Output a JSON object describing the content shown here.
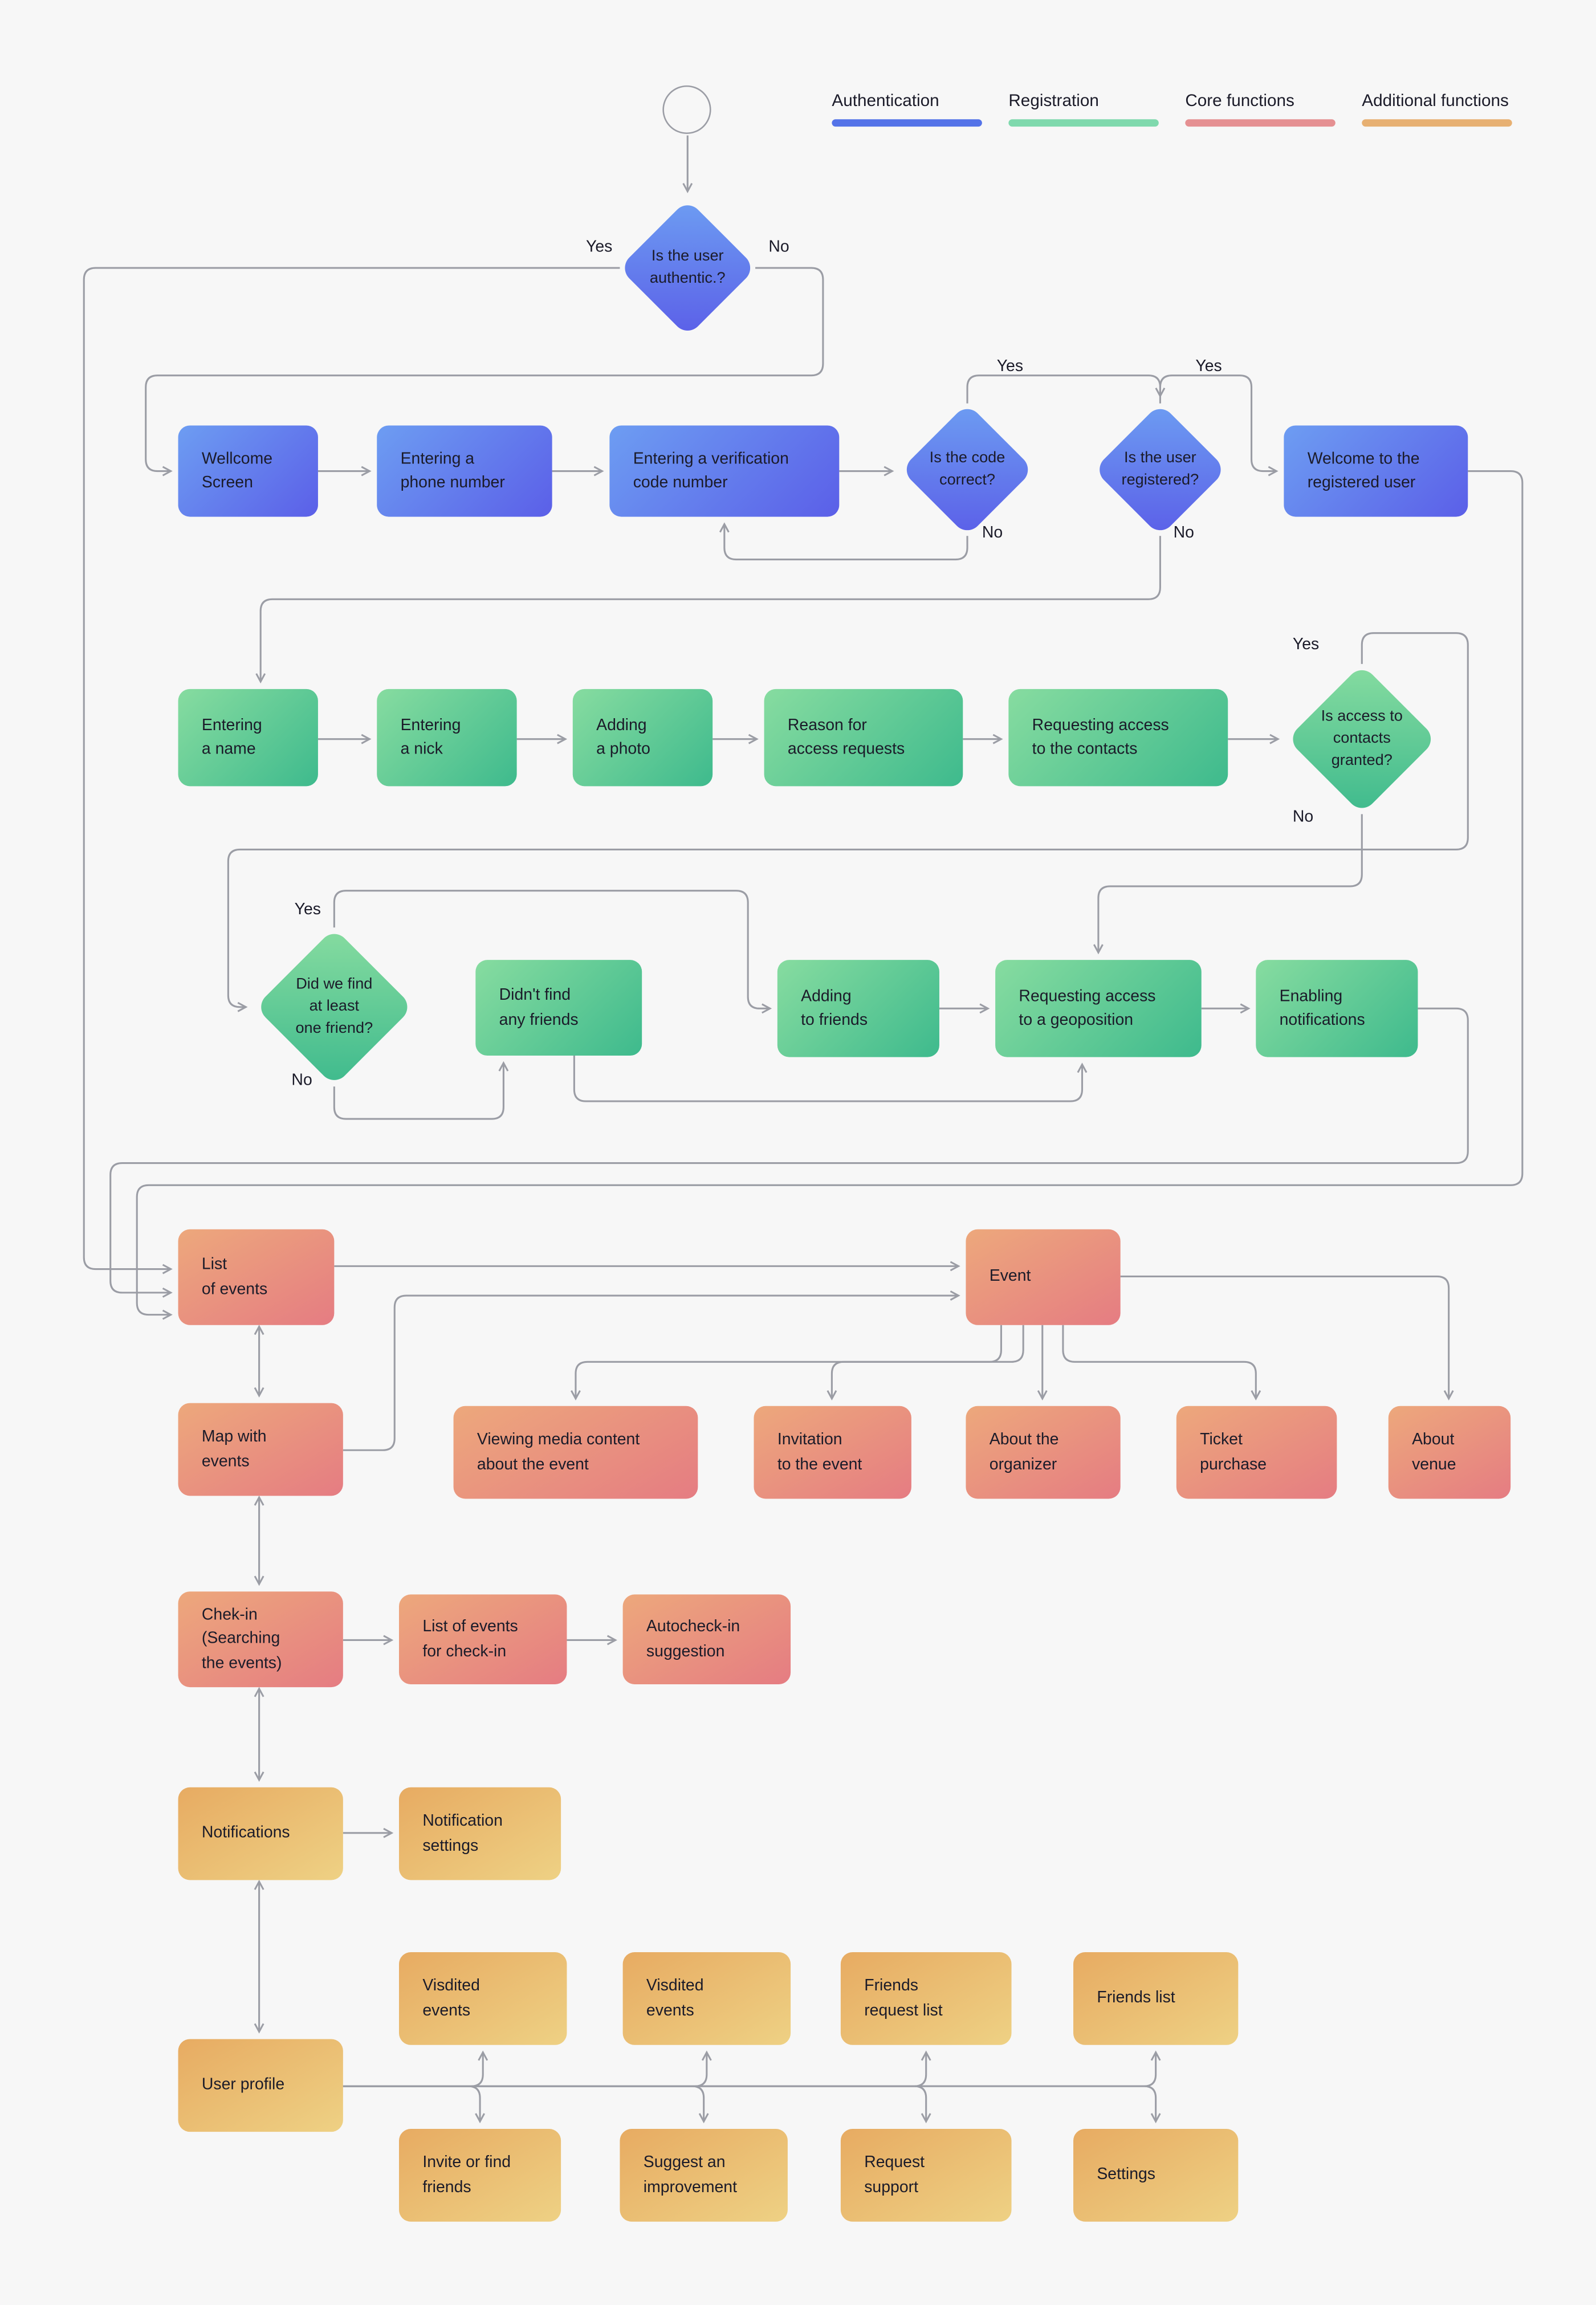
{
  "legend": {
    "items": [
      {
        "label": "Authentication",
        "color": "#5473e8"
      },
      {
        "label": "Registration",
        "color": "#7fd9ad"
      },
      {
        "label": "Core functions",
        "color": "#e59092"
      },
      {
        "label": "Additional functions",
        "color": "#e7b072"
      }
    ]
  },
  "edge_labels": {
    "yes": "Yes",
    "no": "No"
  },
  "palette": {
    "background": "#f7f7f7",
    "edge_gray": "#9b9da5",
    "text": "#1b1b29",
    "authentication_gradient": [
      "#6d9df2",
      "#5b5fe8"
    ],
    "registration_gradient": [
      "#87dca0",
      "#3eba8d"
    ],
    "core_gradient": [
      "#eda87c",
      "#e57c82"
    ],
    "additional_gradient": [
      "#e7ab62",
      "#eed184"
    ]
  },
  "nodes": {
    "authentic": {
      "label": "Is the user\nauthentic.?"
    },
    "welcome_screen": {
      "label": "Wellcome\nScreen"
    },
    "phone_number": {
      "label": "Entering a\nphone number"
    },
    "verification_code": {
      "label": "Entering a verification\ncode number"
    },
    "code_correct": {
      "label": "Is the code\ncorrect?"
    },
    "user_registered": {
      "label": "Is the user\nregistered?"
    },
    "welcome_registered": {
      "label": "Welcome to the\nregistered user"
    },
    "entering_name": {
      "label": "Entering\na name"
    },
    "entering_nick": {
      "label": "Entering\na nick"
    },
    "adding_photo": {
      "label": "Adding\na photo"
    },
    "reason_access": {
      "label": "Reason for\naccess requests"
    },
    "request_contacts": {
      "label": "Requesting access\nto the contacts"
    },
    "contacts_granted": {
      "label": "Is access to\ncontacts\ngranted?"
    },
    "did_we_find": {
      "label": "Did we find\nat least\none friend?"
    },
    "didnt_find": {
      "label": "Didn't find\nany friends"
    },
    "adding_friends": {
      "label": "Adding\nto friends"
    },
    "request_geoposition": {
      "label": "Requesting access\nto a geoposition"
    },
    "enabling_notifications": {
      "label": "Enabling\nnotifications"
    },
    "list_of_events": {
      "label": "List\nof events"
    },
    "event": {
      "label": "Event"
    },
    "map_with_events": {
      "label": "Map with\nevents"
    },
    "viewing_media": {
      "label": "Viewing media content\nabout the event"
    },
    "invitation": {
      "label": "Invitation\nto the event"
    },
    "about_organizer": {
      "label": "About the\norganizer"
    },
    "ticket_purchase": {
      "label": "Ticket\npurchase"
    },
    "about_venue": {
      "label": "About\nvenue"
    },
    "checkin": {
      "label": "Chek-in\n(Searching\nthe events)"
    },
    "list_events_checkin": {
      "label": "List of events\nfor check-in"
    },
    "autocheckin": {
      "label": "Autocheck-in\nsuggestion"
    },
    "notifications": {
      "label": "Notifications"
    },
    "notification_settings": {
      "label": "Notification\nsettings"
    },
    "user_profile": {
      "label": "User profile"
    },
    "visited_events_1": {
      "label": "Visdited\nevents"
    },
    "visited_events_2": {
      "label": "Visdited\nevents"
    },
    "friends_request_list": {
      "label": "Friends\nrequest list"
    },
    "friends_list": {
      "label": "Friends list"
    },
    "invite_friends": {
      "label": "Invite or find\nfriends"
    },
    "suggest_improvement": {
      "label": "Suggest an\nimprovement"
    },
    "request_support": {
      "label": "Request\nsupport"
    },
    "settings": {
      "label": "Settings"
    }
  }
}
